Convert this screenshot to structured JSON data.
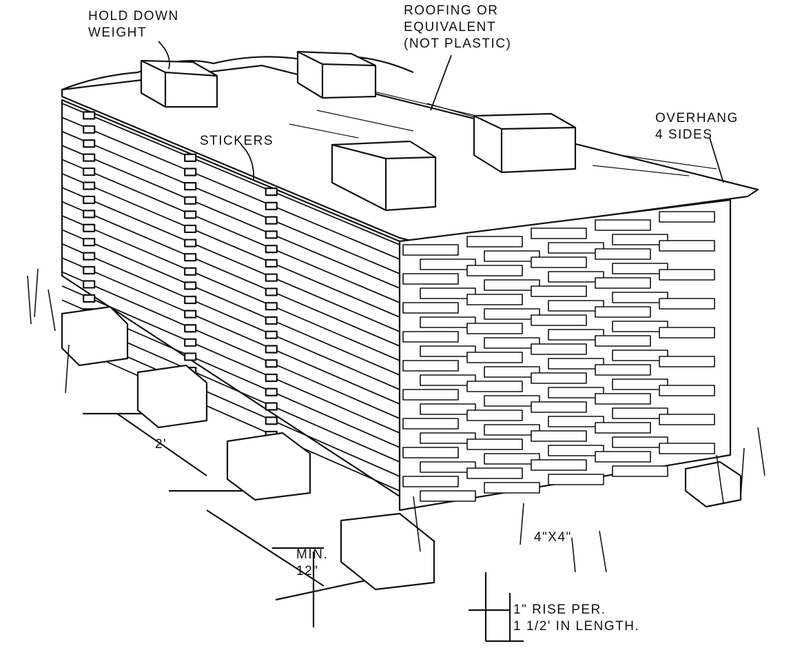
{
  "labels": {
    "hold_down_weight": [
      "HOLD DOWN",
      "WEIGHT"
    ],
    "roofing": [
      "ROOFING OR",
      "EQUIVALENT",
      "(NOT PLASTIC)"
    ],
    "overhang": [
      "OVERHANG",
      "4 SIDES"
    ],
    "stickers": "STICKERS",
    "spacing": "2'",
    "post_size": "4\"X4\"",
    "clearance": [
      "MIN.",
      "12\""
    ],
    "slope": [
      "1\" RISE PER.",
      "1 1/2' IN LENGTH."
    ]
  }
}
